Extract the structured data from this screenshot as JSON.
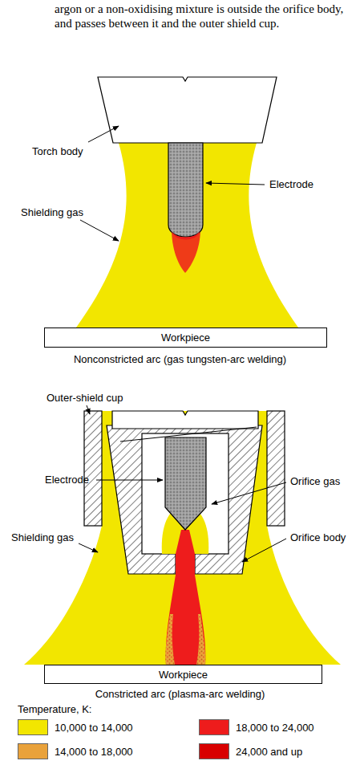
{
  "diagram": {
    "nodes": [
      {
        "text": [
          "Workpiece"
        ]
      },
      {
        "text": [
          "Workpiece"
        ]
      }
    ],
    "labels": [
      "argon or a non-oxidising mixture is outside the orifice body, and passes between it and the outer shield cup.",
      "Torch body",
      "Electrode",
      "Shielding gas",
      "Nonconstricted arc (gas tungsten-arc welding)",
      "Outer-shield cup",
      "Electrode",
      "Orifice gas",
      "Shielding gas",
      "Orifice body",
      "Constricted arc (plasma-arc welding)",
      "Temperature, K:"
    ],
    "legend": [
      {
        "text": "10,000 to 14,000",
        "color": "#f2e600"
      },
      {
        "text": "18,000 to 24,000",
        "color": "#ee1c1c"
      },
      {
        "text": "14,000 to 18,000",
        "color": "#e9a23b"
      },
      {
        "text": "24,000 and up",
        "color": "#d80000"
      }
    ]
  }
}
